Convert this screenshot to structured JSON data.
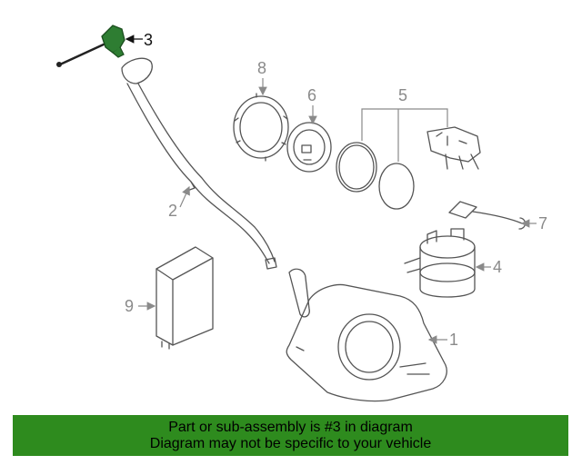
{
  "callouts": {
    "c1": "1",
    "c2": "2",
    "c3": "3",
    "c4": "4",
    "c5": "5",
    "c6": "6",
    "c7": "7",
    "c8": "8",
    "c9": "9"
  },
  "highlight": {
    "part_number": "3",
    "color": "#2e7d32"
  },
  "banner": {
    "line1": "Part or sub-assembly is #3 in diagram",
    "line2": "Diagram may not be specific to your vehicle",
    "background": "#2e8b1e"
  }
}
